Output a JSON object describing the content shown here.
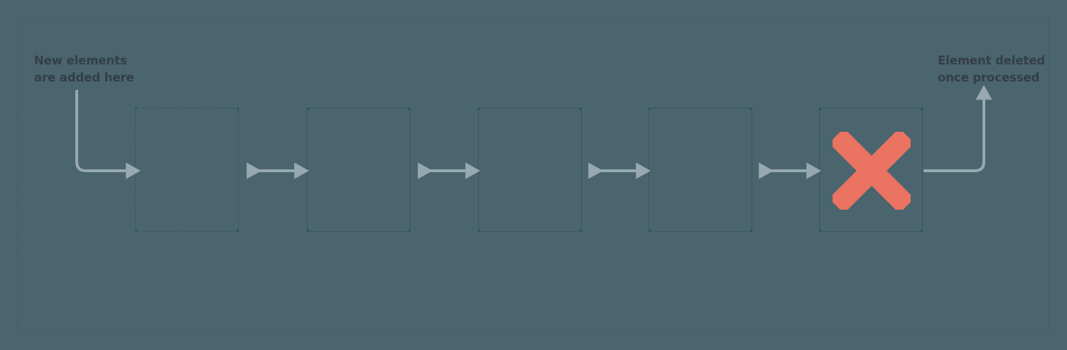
{
  "diagram": {
    "title": "Queue data structure diagram",
    "background_color": "#4a656e",
    "frame_border_color": "#3d5862",
    "box_border_color": "#3b5660",
    "arrow_color": "#97a8b0",
    "label_color": "#343e48",
    "delete_mark_color": "#ea7361"
  },
  "labels": {
    "left_note": "New elements\nare added here",
    "right_note": "Element deleted\nonce processed"
  },
  "boxes": [
    {
      "id": "slot-1",
      "style": "dashed",
      "occupied": "false",
      "marker": ""
    },
    {
      "id": "slot-2",
      "style": "solid",
      "occupied": "true",
      "marker": ""
    },
    {
      "id": "slot-3",
      "style": "solid",
      "occupied": "true",
      "marker": ""
    },
    {
      "id": "slot-4",
      "style": "solid",
      "occupied": "true",
      "marker": ""
    },
    {
      "id": "slot-5",
      "style": "solid",
      "occupied": "true",
      "marker": "x-mark"
    }
  ],
  "connectors": [
    {
      "id": "connector-1-2",
      "type": "double-arrow"
    },
    {
      "id": "connector-2-3",
      "type": "double-arrow"
    },
    {
      "id": "connector-3-4",
      "type": "double-arrow"
    },
    {
      "id": "connector-4-5",
      "type": "double-arrow"
    }
  ],
  "flow_arrows": {
    "enqueue": {
      "id": "enqueue-arrow",
      "direction": "down-then-right"
    },
    "dequeue": {
      "id": "dequeue-arrow",
      "direction": "right-then-up"
    }
  },
  "icons": {
    "delete": "x-mark-icon"
  }
}
